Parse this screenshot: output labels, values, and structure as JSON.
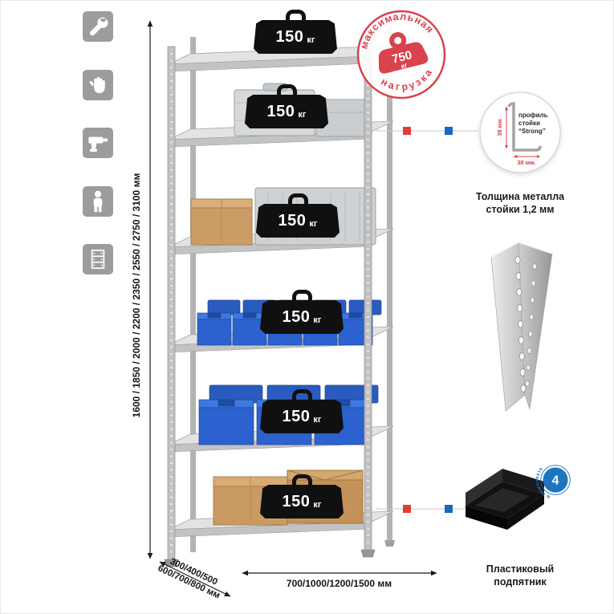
{
  "icons": {
    "items": [
      {
        "name": "wrench"
      },
      {
        "name": "work-glove"
      },
      {
        "name": "drill"
      },
      {
        "name": "person"
      },
      {
        "name": "rack"
      }
    ]
  },
  "rack": {
    "shelf_count": 6,
    "shelf_load": "150",
    "load_unit": "кг"
  },
  "max_load": {
    "arc_top": "максимальная",
    "arc_bottom": "нагрузка",
    "value": "750",
    "unit": "кг"
  },
  "dimensions": {
    "height": "1600 / 1850 / 2000 / 2200 / 2350 / 2550 / 2750 / 3100 мм",
    "depth_line1": "300/400/500",
    "depth_line2": "600/700/800 мм",
    "width": "700/1000/1200/1500 мм"
  },
  "profile_callout": {
    "label_line1": "профиль",
    "label_line2": "стойки",
    "label_line3": "“Strong”",
    "dim_vertical": "38 мм",
    "dim_horizontal": "38 мм.",
    "caption_line1": "Толщина металла",
    "caption_line2": "стойки 1,2 мм"
  },
  "foot_callout": {
    "badge_value": "4",
    "badge_arc": "в комплекте",
    "caption_line1": "Пластиковый",
    "caption_line2": "подпятник"
  }
}
